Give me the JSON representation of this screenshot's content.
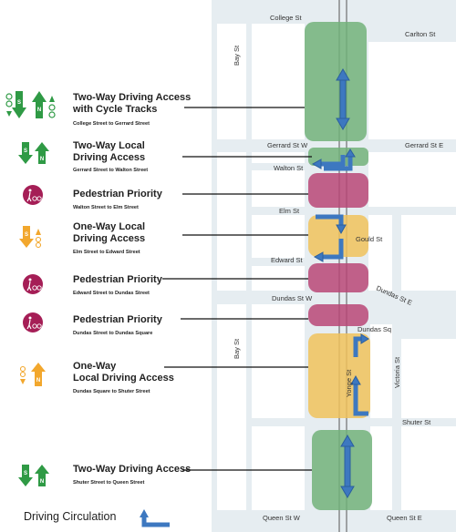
{
  "colors": {
    "map_background": "#e6edf1",
    "block": "#ffffff",
    "two_way_green": "#72b27a",
    "pedestrian_maroon": "#b94677",
    "one_way_yellow": "#f0c25c",
    "arrow_blue": "#3d78c0",
    "icon_green": "#2f9a45",
    "icon_orange": "#f2a72d",
    "icon_maroon": "#a51e56"
  },
  "legend": [
    {
      "id": "two-way-cycle",
      "title_lines": [
        "Two-Way Driving Access",
        "with Cycle Tracks"
      ],
      "subtitle": "College Street to Gerrard Street",
      "icon": "two-way-arrows-with-bike-icons",
      "color": "#72b27a"
    },
    {
      "id": "two-way-local",
      "title_lines": [
        "Two-Way Local",
        "Driving Access"
      ],
      "subtitle": "Gerrard Street to Walton Street",
      "icon": "two-way-arrows-icon",
      "color": "#72b27a"
    },
    {
      "id": "ped-walton-elm",
      "title_lines": [
        "Pedestrian Priority"
      ],
      "subtitle": "Walton Street to Elm Street",
      "icon": "pedestrian-bike-icon",
      "color": "#b94677"
    },
    {
      "id": "one-way-elm-edward",
      "title_lines": [
        "One-Way Local",
        "Driving Access"
      ],
      "subtitle": "Elm Street to Edward Street",
      "icon": "one-way-south-arrow-with-bike-icon",
      "color": "#f0c25c"
    },
    {
      "id": "ped-edward-dundas",
      "title_lines": [
        "Pedestrian Priority"
      ],
      "subtitle": "Edward Street to Dundas Street",
      "icon": "pedestrian-bike-icon",
      "color": "#b94677"
    },
    {
      "id": "ped-dundas-square",
      "title_lines": [
        "Pedestrian Priority"
      ],
      "subtitle": "Dundas Street to Dundas Square",
      "icon": "pedestrian-bike-icon",
      "color": "#b94677"
    },
    {
      "id": "one-way-dundas-shuter",
      "title_lines": [
        "One-Way",
        "Local Driving Access"
      ],
      "subtitle": "Dundas Square to Shuter Street",
      "icon": "one-way-north-arrow-with-bike-icon",
      "color": "#f0c25c"
    },
    {
      "id": "two-way-shuter-queen",
      "title_lines": [
        "Two-Way Driving Access"
      ],
      "subtitle": "Shuter Street to Queen Street",
      "icon": "two-way-arrows-icon",
      "color": "#72b27a"
    }
  ],
  "icon_letters": {
    "south": "S",
    "north": "N"
  },
  "streets": {
    "college": "College St",
    "carlton": "Carlton St",
    "bay_north": "Bay St",
    "gerrard_w": "Gerrard St W",
    "gerrard_e": "Gerrard St E",
    "walton": "Walton St",
    "elm": "Elm St",
    "gould": "Gould St",
    "edward": "Edward St",
    "dundas_w": "Dundas St W",
    "dundas_e": "Dundas St E",
    "dundas_sq": "Dundas Sq",
    "bay_south": "Bay St",
    "yonge": "Yonge St",
    "victoria": "Victoria St",
    "shuter": "Shuter St",
    "queen_w": "Queen St W",
    "queen_e": "Queen St E"
  },
  "footer": {
    "driving_circulation": "Driving Circulation",
    "icon": "curved-arrow-icon"
  }
}
